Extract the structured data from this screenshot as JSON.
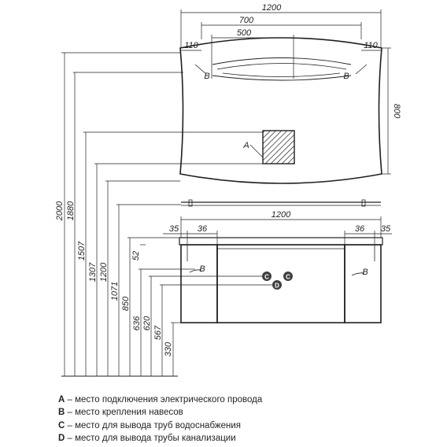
{
  "top_dims": {
    "overall_width": "1200",
    "width_700": "700",
    "width_500": "500",
    "side_left": "110",
    "side_right": "110"
  },
  "mirror": {
    "height": "800",
    "label_a": "A",
    "label_b_left": "B",
    "label_b_right": "B"
  },
  "cabinet": {
    "width": "1200",
    "offset_left_35": "35",
    "offset_left_36": "36",
    "offset_right_36": "36",
    "offset_right_35": "35",
    "label_b_left": "B",
    "label_b_right": "B",
    "label_c1": "C",
    "label_c2": "C",
    "label_d": "D"
  },
  "vertical_dims": [
    "2000",
    "1880",
    "1507",
    "1307",
    "1200",
    "1071",
    "850",
    "636",
    "620",
    "567",
    "330",
    "52"
  ],
  "legend": [
    {
      "key": "A",
      "text": " – место подключения электрического провода"
    },
    {
      "key": "B",
      "text": " – место крепления навесов"
    },
    {
      "key": "C",
      "text": " – место для вывода труб водоснабжения"
    },
    {
      "key": "D",
      "text": " – место для вывода трубы канализации"
    }
  ],
  "colors": {
    "line": "#231f20",
    "marker_fill": "#414042",
    "marker_text": "#ffffff"
  }
}
